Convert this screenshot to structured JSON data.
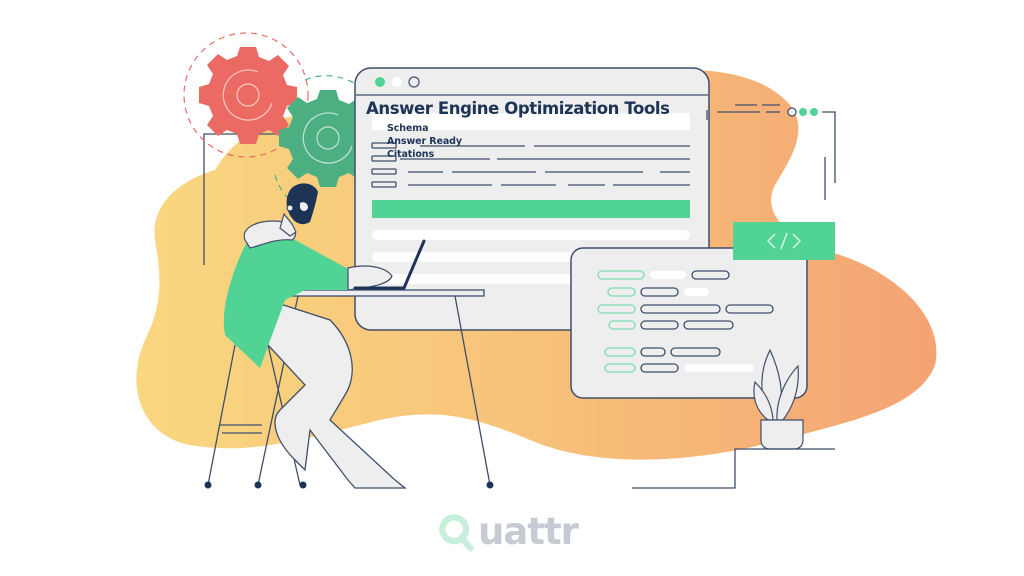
{
  "illustration": {
    "title": "Answer Engine Optimization Tools",
    "subtitle_items": [
      {
        "label": "Schema"
      },
      {
        "label": "Answer Ready"
      },
      {
        "label": "Citations"
      }
    ],
    "code_badge_icon": "code-brackets-icon",
    "code_badge_text": "</>"
  },
  "brand": {
    "logo_text_rest": "uattr",
    "logo_full": "Quattr",
    "colors": {
      "primary_green": "#50d395",
      "dark_green_gear": "#4caf82",
      "red_gear": "#eb6b64",
      "navy": "#1e3456",
      "outline": "#3f4f6b",
      "blob_yellow": "#f8d57e",
      "blob_orange": "#f4a774",
      "panel_gray": "#eeeeef",
      "logo_gray": "#c6cbd3",
      "logo_mint": "#c7efdc"
    }
  },
  "browser_window": {
    "traffic_dots": [
      "green",
      "white",
      "outline"
    ]
  }
}
